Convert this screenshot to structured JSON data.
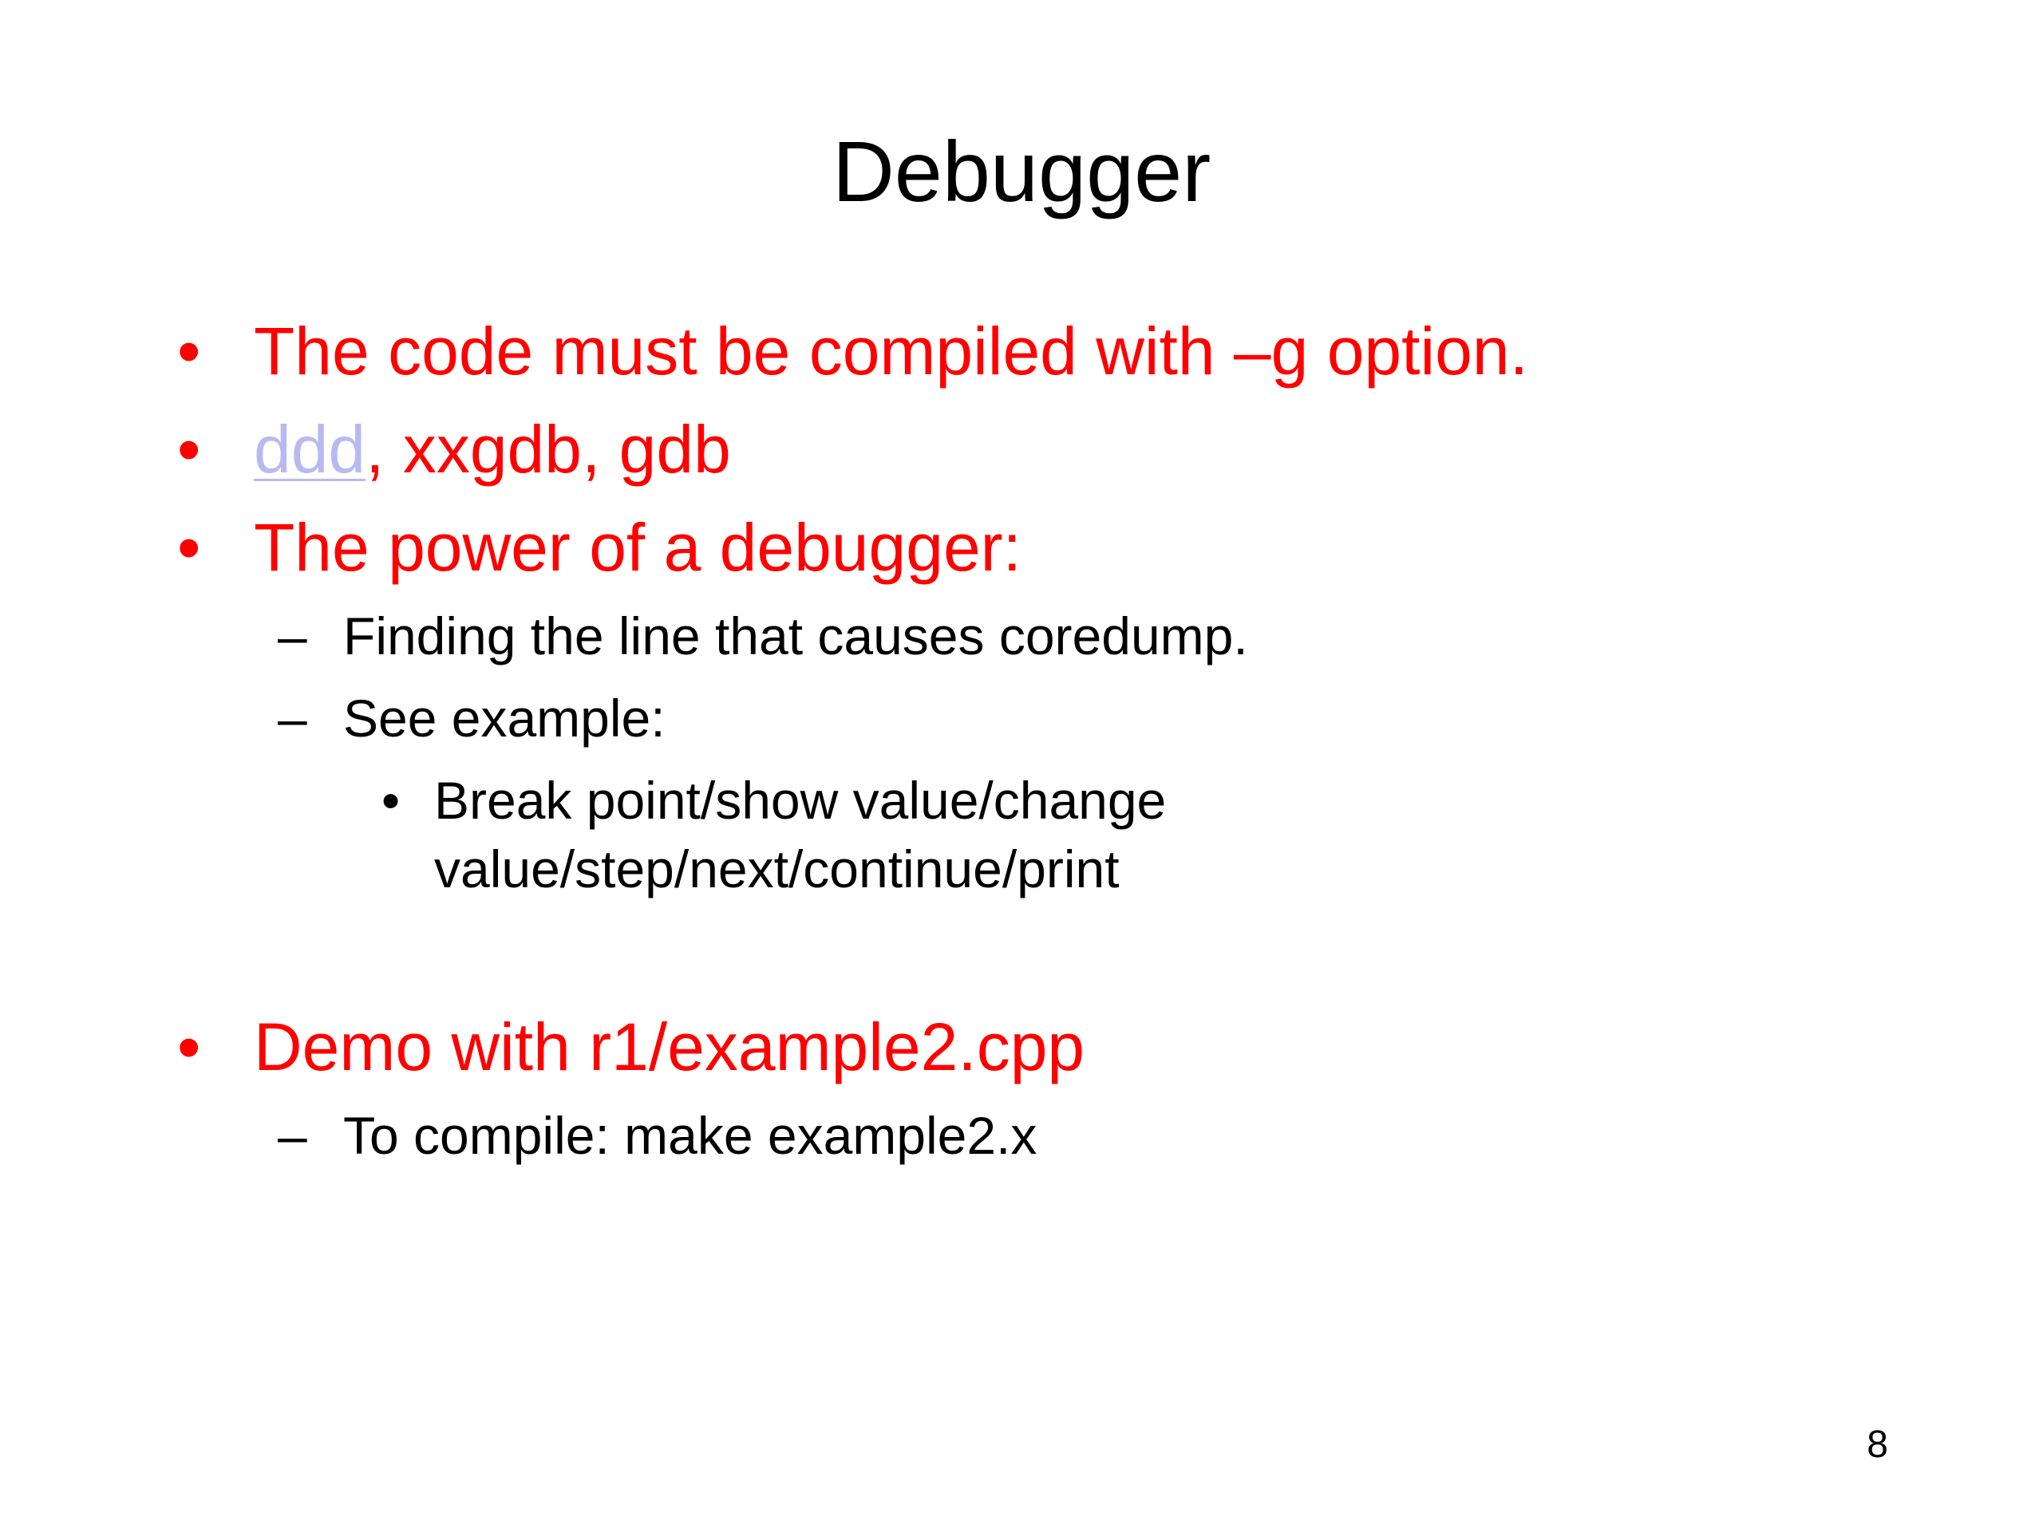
{
  "slide": {
    "title": "Debugger",
    "bullets": [
      {
        "marker": "•",
        "text": "The code must be compiled with –g option."
      },
      {
        "marker": "•",
        "link_text": "ddd",
        "rest_text": ", xxgdb, gdb"
      },
      {
        "marker": "•",
        "text": "The power of a debugger:"
      }
    ],
    "sub_bullets": [
      {
        "marker": "–",
        "text": "Finding the line that causes coredump."
      },
      {
        "marker": "–",
        "text": "See example:"
      }
    ],
    "sub_sub_bullet": {
      "marker": "•",
      "line1": "Break point/show value/change",
      "line2": "value/step/next/continue/print"
    },
    "demo_bullet": {
      "marker": "•",
      "text": "Demo with r1/example2.cpp"
    },
    "demo_sub": {
      "marker": "–",
      "text": "To compile: make example2.x"
    },
    "page_number": "8"
  },
  "colors": {
    "level1_text": "#ff0000",
    "body_text": "#000000",
    "link": "#b9b9f2",
    "background": "#ffffff"
  }
}
